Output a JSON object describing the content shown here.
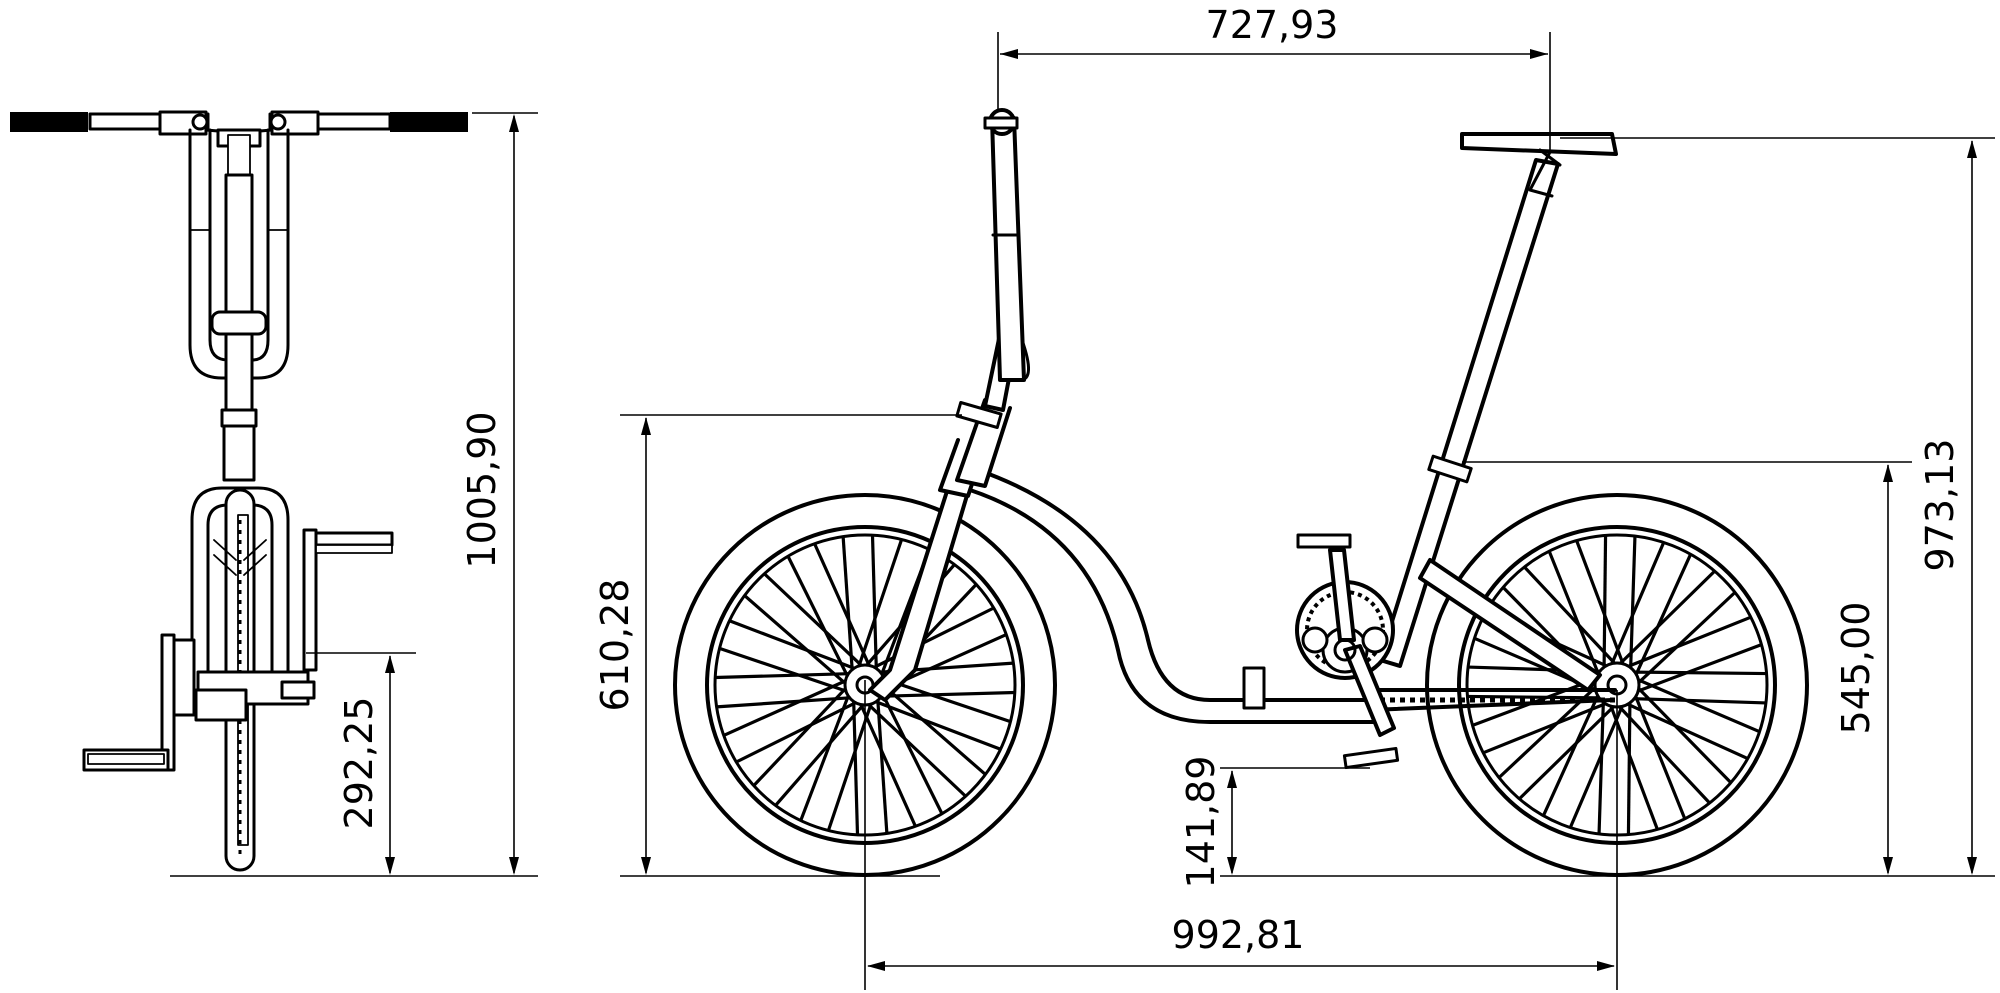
{
  "drawing": {
    "dimensions": {
      "top_width": "727,93",
      "seat_height": "973,13",
      "rear_frame_height": "545,00",
      "front_height": "610,28",
      "pedal_height": "141,89",
      "wheelbase": "992,81",
      "overall_height": "1005,90",
      "crank_height": "292,25"
    }
  }
}
